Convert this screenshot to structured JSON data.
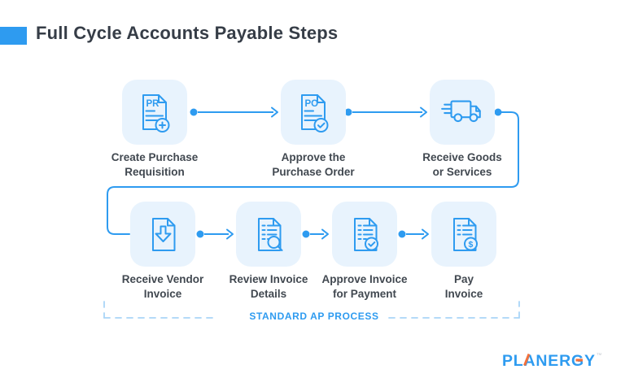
{
  "header": {
    "title": "Full Cycle Accounts Payable Steps"
  },
  "colors": {
    "accent_blue": "#2E9BF0",
    "icon_box_background": "#E8F3FD",
    "label_text": "#414850",
    "title_text": "#363D47",
    "bracket_dash": "#A9D5F8",
    "logo_blue": "#2E9BF0",
    "logo_orange": "#F3703A"
  },
  "steps": [
    {
      "id": "create-purchase-requisition",
      "icon": "pr-document-add-icon",
      "badge_text": "PR",
      "label_line1": "Create Purchase",
      "label_line2": "Requisition"
    },
    {
      "id": "approve-purchase-order",
      "icon": "po-document-check-icon",
      "badge_text": "PO",
      "label_line1": "Approve the",
      "label_line2": "Purchase Order"
    },
    {
      "id": "receive-goods-or-services",
      "icon": "delivery-truck-icon",
      "label_line1": "Receive Goods",
      "label_line2": "or Services"
    },
    {
      "id": "receive-vendor-invoice",
      "icon": "document-download-icon",
      "label_line1": "Receive Vendor",
      "label_line2": "Invoice"
    },
    {
      "id": "review-invoice-details",
      "icon": "document-search-icon",
      "label_line1": "Review Invoice",
      "label_line2": "Details"
    },
    {
      "id": "approve-invoice-for-payment",
      "icon": "document-check-icon",
      "label_line1": "Approve Invoice",
      "label_line2": "for Payment"
    },
    {
      "id": "pay-invoice",
      "icon": "document-dollar-icon",
      "currency_symbol": "$",
      "label_line1": "Pay",
      "label_line2": "Invoice"
    }
  ],
  "bracket": {
    "label": "STANDARD AP PROCESS"
  },
  "logo": {
    "text": "PLANERGY",
    "trademark": "™"
  }
}
